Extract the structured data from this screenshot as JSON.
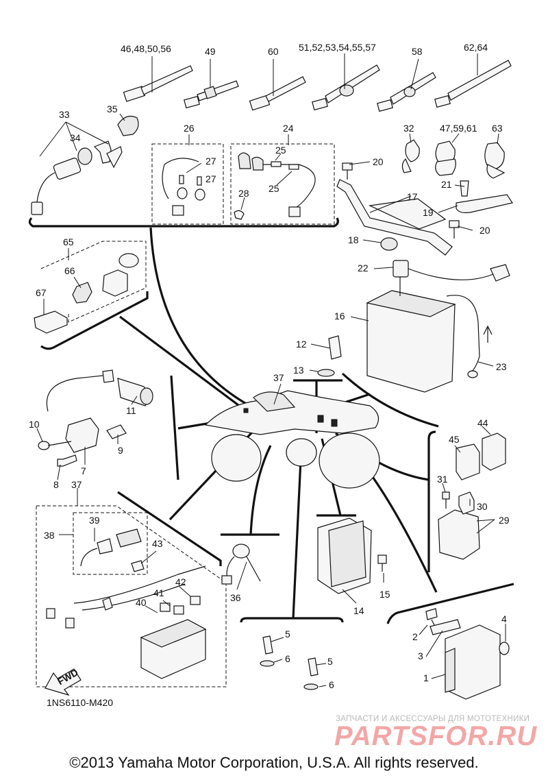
{
  "drawing_code": "1NS6110-M420",
  "copyright": "©2013 Yamaha Motor Corporation, U.S.A. All rights reserved.",
  "watermark": {
    "tagline": "ЗАПЧАСТИ И АКСЕССУАРЫ ДЛЯ МОТОТЕХНИКИ",
    "logo_text": "PARTSFOR.RU"
  },
  "fwd_label": "FWD",
  "callouts": [
    {
      "id": "c46",
      "text": "46,48,50,56"
    },
    {
      "id": "c49",
      "text": "49"
    },
    {
      "id": "c60",
      "text": "60"
    },
    {
      "id": "c51",
      "text": "51,52,53,54,55,57"
    },
    {
      "id": "c58",
      "text": "58"
    },
    {
      "id": "c62",
      "text": "62,64"
    },
    {
      "id": "c33",
      "text": "33"
    },
    {
      "id": "c35",
      "text": "35"
    },
    {
      "id": "c34",
      "text": "34"
    },
    {
      "id": "c26",
      "text": "26"
    },
    {
      "id": "c24",
      "text": "24"
    },
    {
      "id": "c27a",
      "text": "27"
    },
    {
      "id": "c27b",
      "text": "27"
    },
    {
      "id": "c25a",
      "text": "25"
    },
    {
      "id": "c25b",
      "text": "25"
    },
    {
      "id": "c28",
      "text": "28"
    },
    {
      "id": "c32",
      "text": "32"
    },
    {
      "id": "c47",
      "text": "47,59,61"
    },
    {
      "id": "c63",
      "text": "63"
    },
    {
      "id": "c20a",
      "text": "20"
    },
    {
      "id": "c21",
      "text": "21"
    },
    {
      "id": "c17",
      "text": "17"
    },
    {
      "id": "c19",
      "text": "19"
    },
    {
      "id": "c20b",
      "text": "20"
    },
    {
      "id": "c18",
      "text": "18"
    },
    {
      "id": "c65",
      "text": "65"
    },
    {
      "id": "c66",
      "text": "66"
    },
    {
      "id": "c67",
      "text": "67"
    },
    {
      "id": "c22",
      "text": "22"
    },
    {
      "id": "c16",
      "text": "16"
    },
    {
      "id": "c12",
      "text": "12"
    },
    {
      "id": "c13",
      "text": "13"
    },
    {
      "id": "c23",
      "text": "23"
    },
    {
      "id": "c37a",
      "text": "37"
    },
    {
      "id": "c11",
      "text": "11"
    },
    {
      "id": "c10",
      "text": "10"
    },
    {
      "id": "c9",
      "text": "9"
    },
    {
      "id": "c7",
      "text": "7"
    },
    {
      "id": "c8",
      "text": "8"
    },
    {
      "id": "c44",
      "text": "44"
    },
    {
      "id": "c45",
      "text": "45"
    },
    {
      "id": "c31",
      "text": "31"
    },
    {
      "id": "c30",
      "text": "30"
    },
    {
      "id": "c29",
      "text": "29"
    },
    {
      "id": "c37b",
      "text": "37"
    },
    {
      "id": "c38",
      "text": "38"
    },
    {
      "id": "c39",
      "text": "39"
    },
    {
      "id": "c43",
      "text": "43"
    },
    {
      "id": "c42",
      "text": "42"
    },
    {
      "id": "c41",
      "text": "41"
    },
    {
      "id": "c40",
      "text": "40"
    },
    {
      "id": "c36",
      "text": "36"
    },
    {
      "id": "c15",
      "text": "15"
    },
    {
      "id": "c14",
      "text": "14"
    },
    {
      "id": "c5a",
      "text": "5"
    },
    {
      "id": "c6a",
      "text": "6"
    },
    {
      "id": "c5b",
      "text": "5"
    },
    {
      "id": "c6b",
      "text": "6"
    },
    {
      "id": "c4",
      "text": "4"
    },
    {
      "id": "c2",
      "text": "2"
    },
    {
      "id": "c3",
      "text": "3"
    },
    {
      "id": "c1",
      "text": "1"
    }
  ]
}
